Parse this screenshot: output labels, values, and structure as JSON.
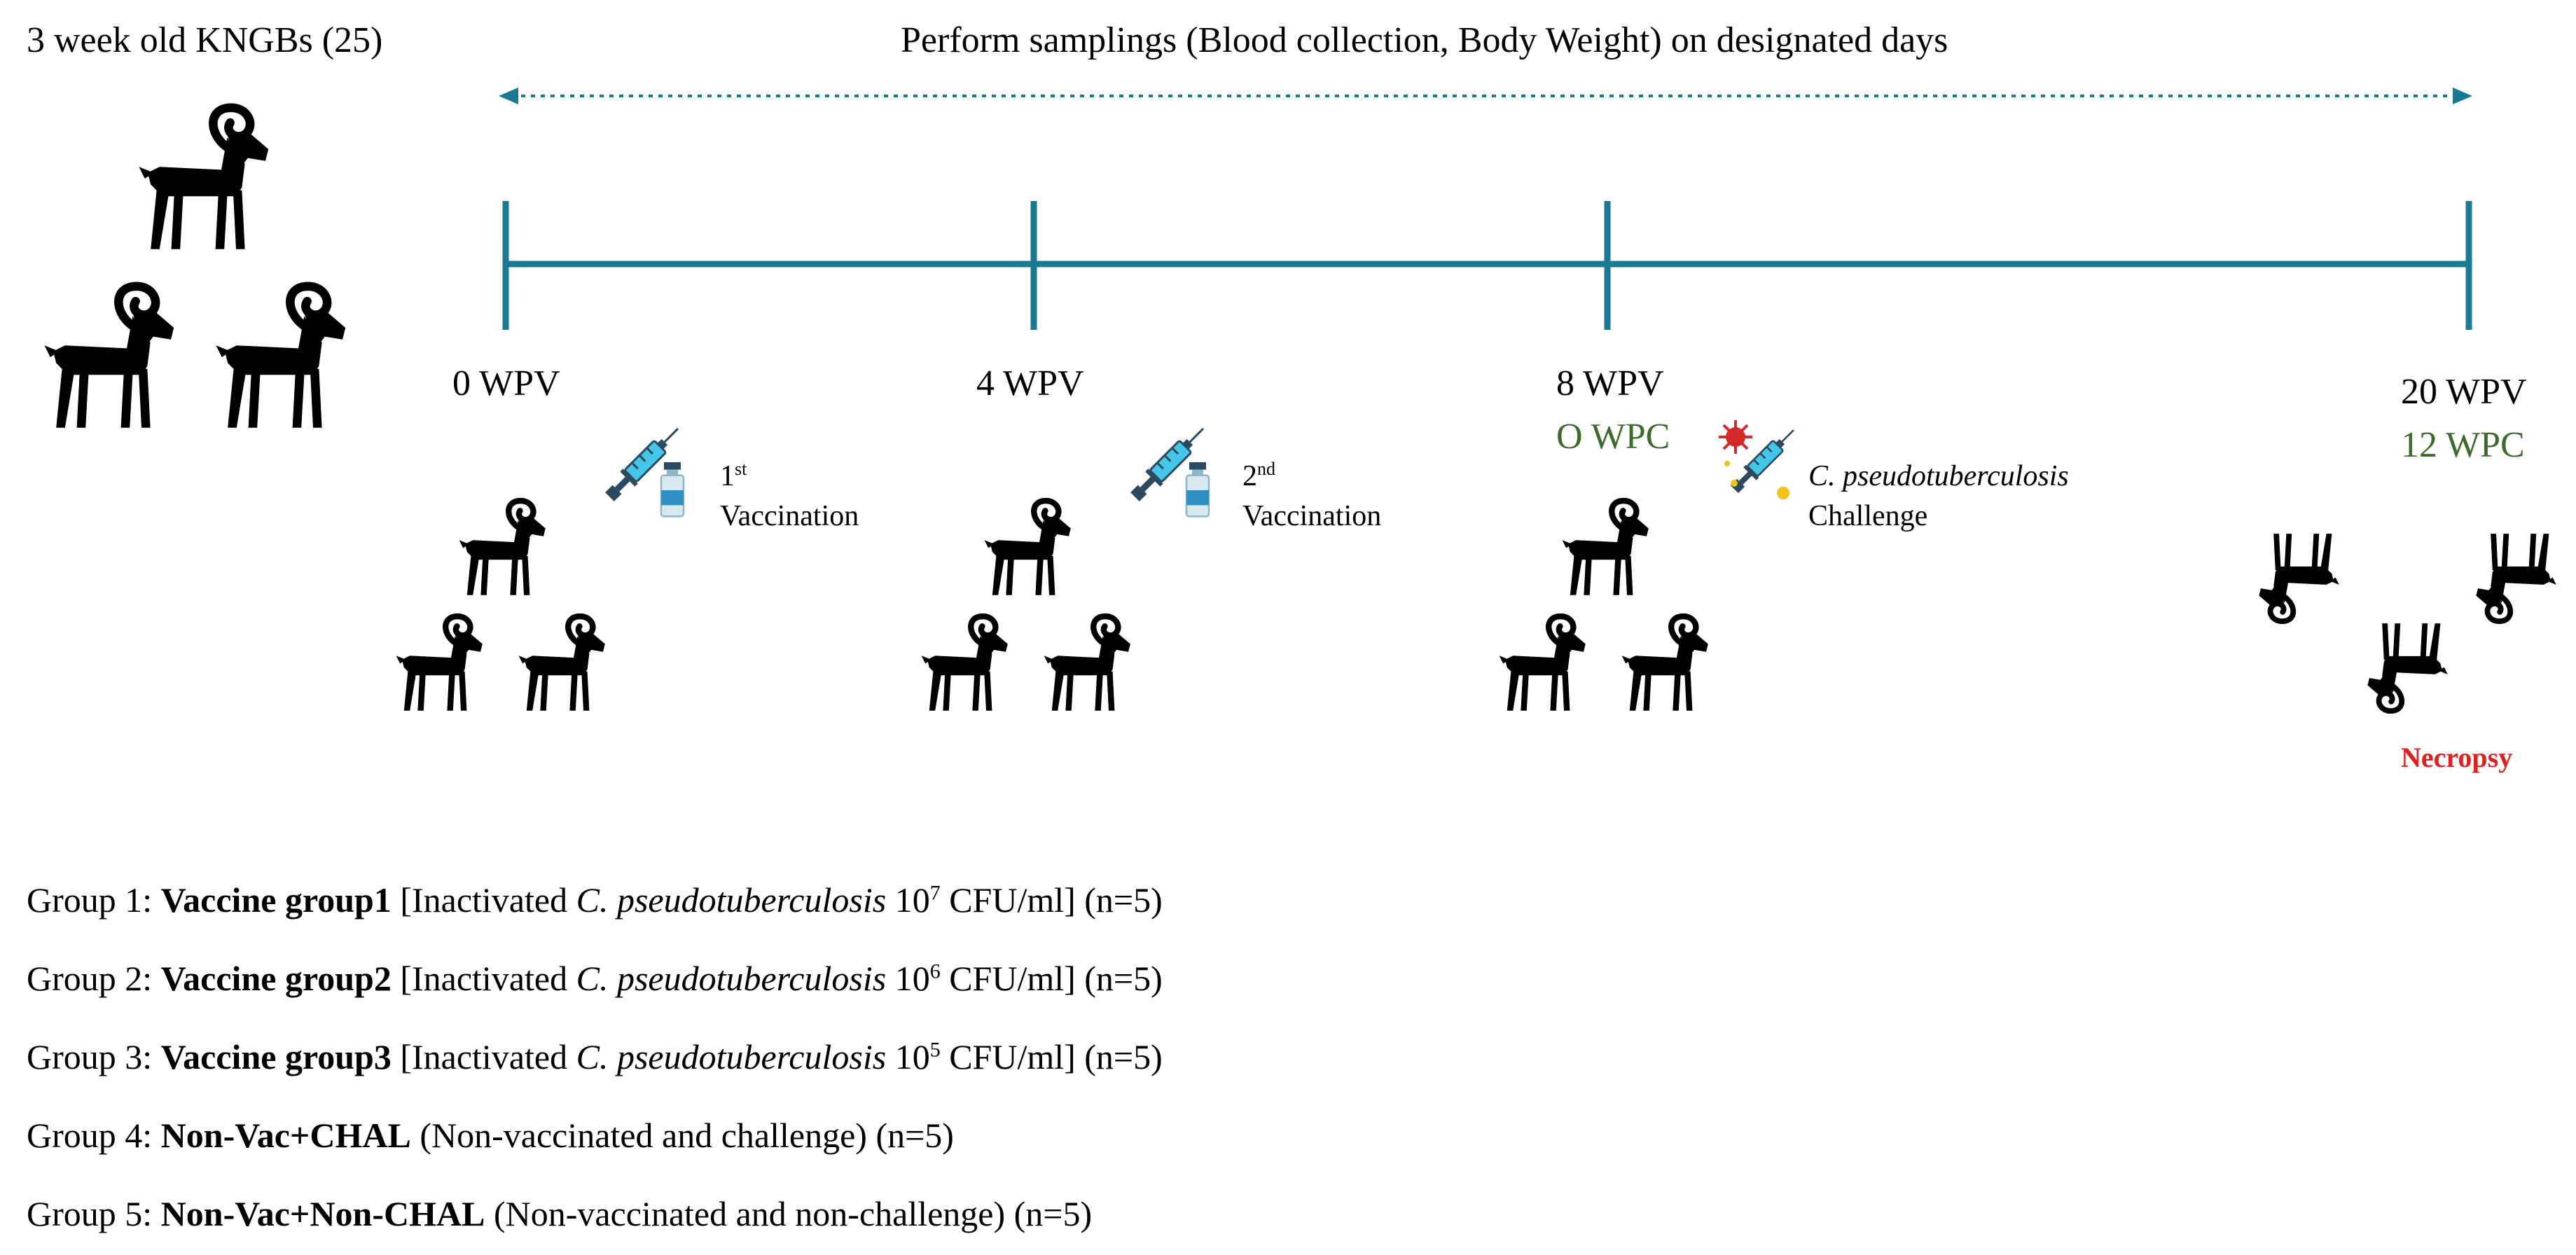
{
  "header": {
    "animals_label": "3 week old KNGBs (25)",
    "sampling_note": "Perform samplings (Blood collection, Body Weight) on designated days"
  },
  "colors": {
    "timeline": "#1b7a93",
    "wpc": "#3a6b2a",
    "necropsy": "#e02020",
    "goat": "#000000"
  },
  "timeline": {
    "points": [
      {
        "wpv": "0 WPV"
      },
      {
        "wpv": "4 WPV"
      },
      {
        "wpv": "8 WPV",
        "wpc": "O WPC"
      },
      {
        "wpv": "20 WPV",
        "wpc": "12 WPC"
      }
    ]
  },
  "events": {
    "first": {
      "ordinal_num": "1",
      "ordinal_sup": "st",
      "label": "Vaccination"
    },
    "second": {
      "ordinal_num": "2",
      "ordinal_sup": "nd",
      "label": "Vaccination"
    },
    "challenge": {
      "pathogen": "C. pseudotuberculosis",
      "label": "Challenge"
    },
    "necropsy": "Necropsy"
  },
  "groups": [
    {
      "prefix": "Group 1: ",
      "name": "Vaccine group1",
      "pre": " [Inactivated ",
      "pathogen": "C. pseudotuberculosis",
      "base": " 10",
      "exp": "7",
      "post": " CFU/ml] (n=5)"
    },
    {
      "prefix": "Group 2: ",
      "name": "Vaccine group2",
      "pre": " [Inactivated ",
      "pathogen": "C. pseudotuberculosis",
      "base": " 10",
      "exp": "6",
      "post": " CFU/ml] (n=5)"
    },
    {
      "prefix": "Group 3: ",
      "name": "Vaccine group3",
      "pre": " [Inactivated ",
      "pathogen": "C. pseudotuberculosis",
      "base": " 10",
      "exp": "5",
      "post": " CFU/ml] (n=5)"
    },
    {
      "prefix": "Group 4: ",
      "name": "Non-Vac+CHAL",
      "post": " (Non-vaccinated and challenge) (n=5)"
    },
    {
      "prefix": "Group 5: ",
      "name": "Non-Vac+Non-CHAL",
      "post": " (Non-vaccinated and non-challenge)  (n=5)"
    }
  ]
}
